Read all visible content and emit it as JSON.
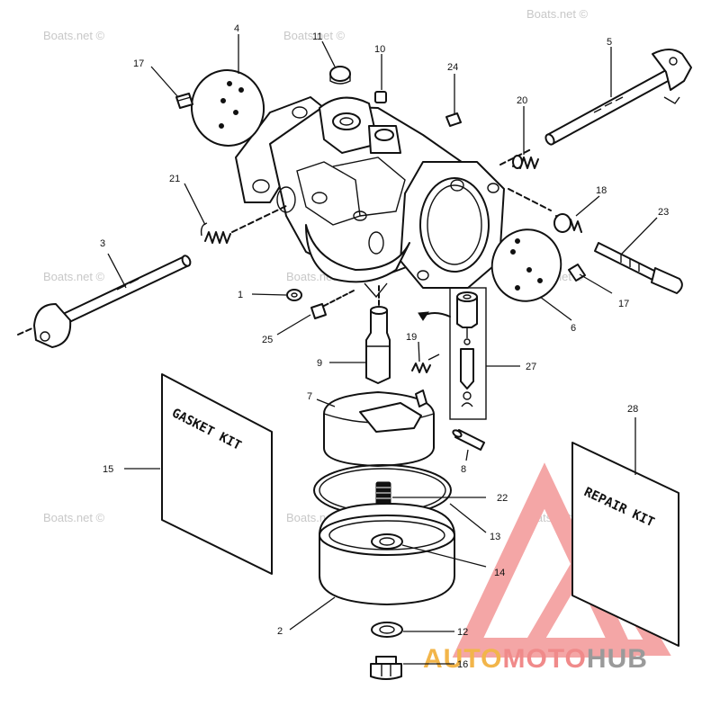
{
  "watermark_text": "Boats.net ©",
  "logo": {
    "part1": "AUTO",
    "part2": "MOTO",
    "part3": "HUB",
    "colors": {
      "part1": "#f2b54a",
      "part2": "#f08a8a",
      "part3": "#9a9a9a",
      "triangle": "#f4a6a6"
    }
  },
  "kits": {
    "gasket": "GASKET KIT",
    "repair": "REPAIR KIT"
  },
  "callouts": [
    {
      "id": "c4",
      "label": "4"
    },
    {
      "id": "c11",
      "label": "11"
    },
    {
      "id": "c10",
      "label": "10"
    },
    {
      "id": "c24",
      "label": "24"
    },
    {
      "id": "c5",
      "label": "5"
    },
    {
      "id": "c17a",
      "label": "17"
    },
    {
      "id": "c20",
      "label": "20"
    },
    {
      "id": "c21",
      "label": "21"
    },
    {
      "id": "c18",
      "label": "18"
    },
    {
      "id": "c23",
      "label": "23"
    },
    {
      "id": "c3",
      "label": "3"
    },
    {
      "id": "c1",
      "label": "1"
    },
    {
      "id": "c17b",
      "label": "17"
    },
    {
      "id": "c6",
      "label": "6"
    },
    {
      "id": "c25",
      "label": "25"
    },
    {
      "id": "c19",
      "label": "19"
    },
    {
      "id": "c9",
      "label": "9"
    },
    {
      "id": "c27",
      "label": "27"
    },
    {
      "id": "c7",
      "label": "7"
    },
    {
      "id": "c28",
      "label": "28"
    },
    {
      "id": "c8",
      "label": "8"
    },
    {
      "id": "c15",
      "label": "15"
    },
    {
      "id": "c22",
      "label": "22"
    },
    {
      "id": "c13",
      "label": "13"
    },
    {
      "id": "c14",
      "label": "14"
    },
    {
      "id": "c2",
      "label": "2"
    },
    {
      "id": "c12",
      "label": "12"
    },
    {
      "id": "c16",
      "label": "16"
    }
  ]
}
